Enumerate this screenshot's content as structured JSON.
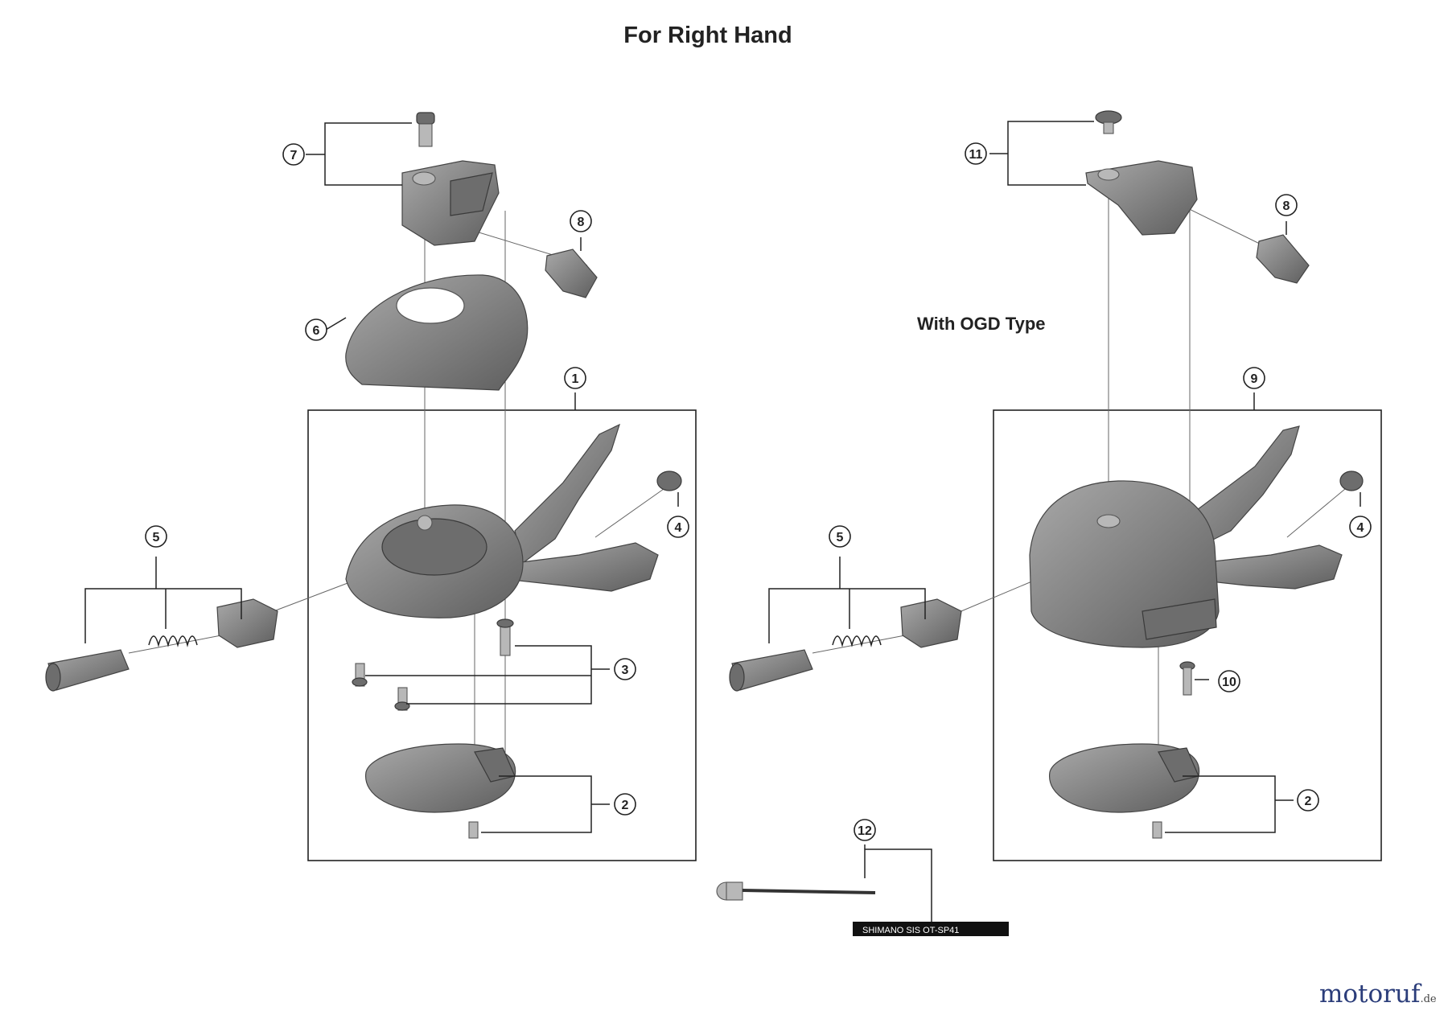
{
  "title": "For Right Hand",
  "subtitle": "With OGD Type",
  "watermark": {
    "brand": "motoruf",
    "tld": ".de"
  },
  "cable_print": "SHIMANO SIS OT-SP41",
  "callouts": [
    "1",
    "2",
    "3",
    "4",
    "5",
    "6",
    "7",
    "8",
    "9",
    "10",
    "11",
    "12"
  ],
  "colors": {
    "part_gray": "#8a8a8a",
    "line": "#222222",
    "watermark_blue": "#2b3d7a",
    "watermark_orange": "#e08a2c"
  }
}
